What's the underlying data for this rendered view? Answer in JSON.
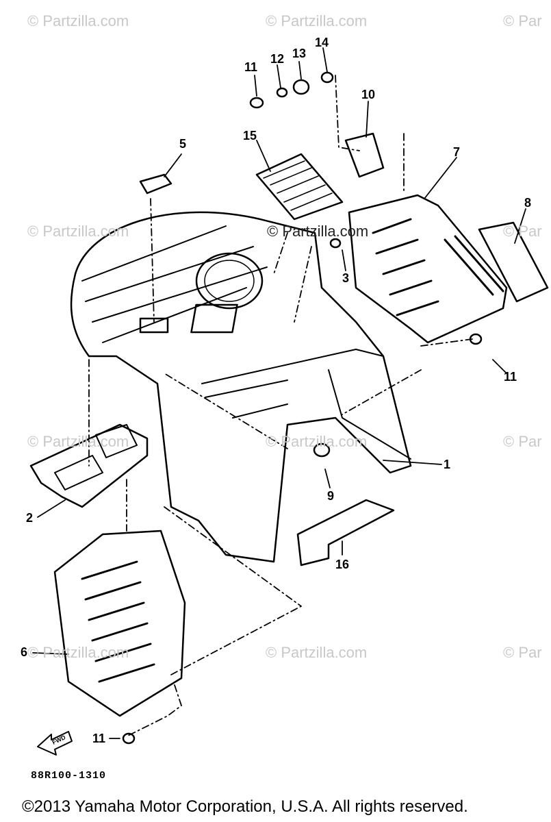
{
  "watermark": "© Partzilla.com",
  "watermark_partial": "© Par",
  "callouts": {
    "c1": "1",
    "c2": "2",
    "c3": "3",
    "c5": "5",
    "c6": "6",
    "c7": "7",
    "c8": "8",
    "c9": "9",
    "c10": "10",
    "c11a": "11",
    "c11b": "11",
    "c11c": "11",
    "c12": "12",
    "c13": "13",
    "c14": "14",
    "c15": "15",
    "c16": "16"
  },
  "fwd_label": "FWD",
  "diagram_code": "88R100-1310",
  "copyright": "©2013  Yamaha Motor Corporation, U.S.A. All rights reserved."
}
